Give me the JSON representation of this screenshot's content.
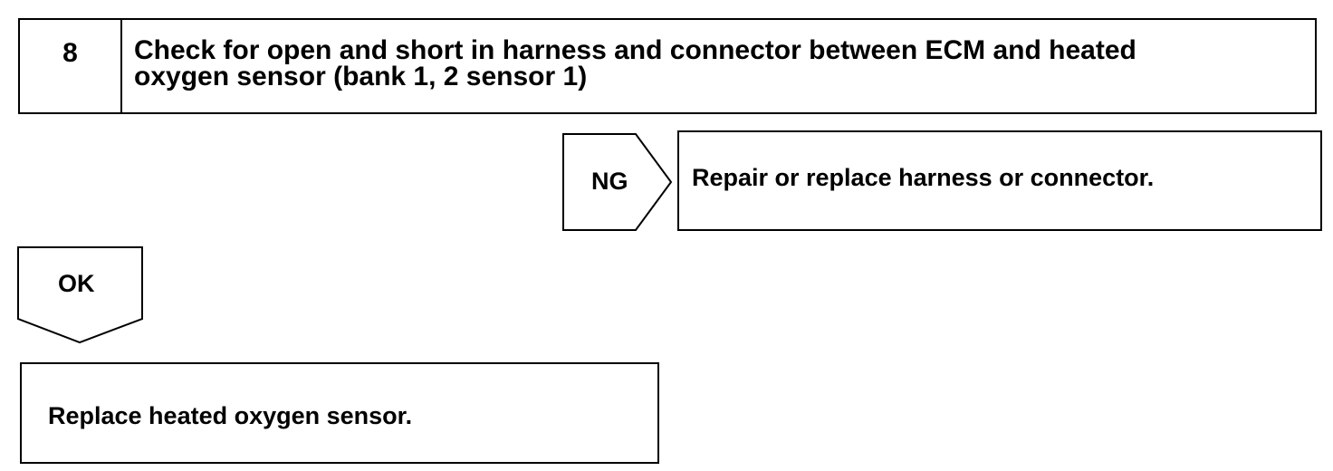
{
  "step": {
    "number": "8",
    "title": "Check for open and short in harness and connector between ECM and heated oxygen sensor (bank 1, 2 sensor 1)",
    "title_lines": [
      "Check for open and short in harness and connector between ECM and heated",
      "oxygen sensor (bank 1, 2 sensor 1)"
    ]
  },
  "ng_branch": {
    "label": "NG",
    "action": "Repair or replace harness or connector."
  },
  "ok_branch": {
    "label": "OK",
    "action": "Replace heated oxygen sensor."
  }
}
